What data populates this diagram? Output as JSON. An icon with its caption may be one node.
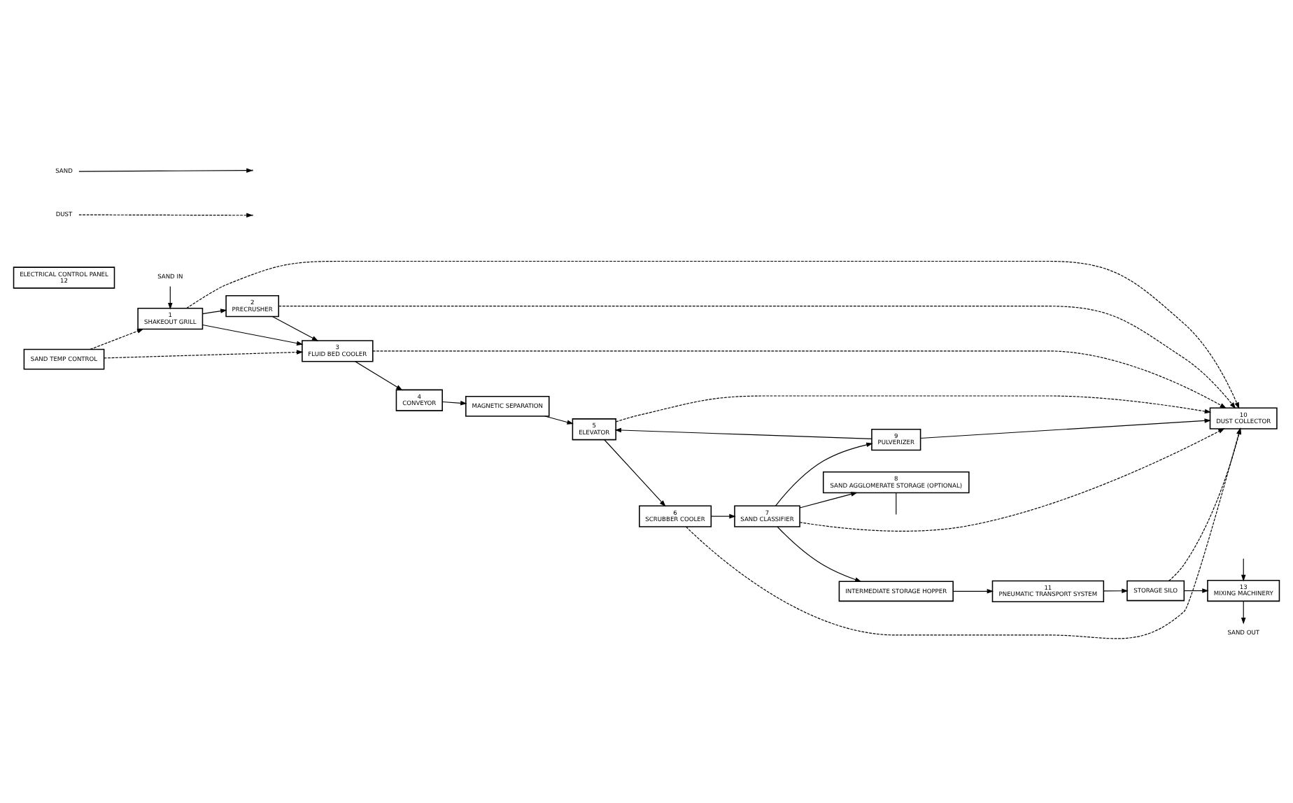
{
  "diagram": {
    "nodes": [
      {
        "text": [
          "SAND IN"
        ]
      },
      {
        "text": [
          "SAND TEMP CONTROL"
        ]
      },
      {
        "text": [
          "1",
          "SHAKEOUT GRILL"
        ]
      },
      {
        "text": [
          "2",
          "PRECRUSHER"
        ]
      },
      {
        "text": [
          "3",
          "FLUID BED COOLER"
        ]
      },
      {
        "text": [
          "4",
          "CONVEYOR"
        ]
      },
      {
        "text": [
          "MAGNETIC SEPARATION"
        ]
      },
      {
        "text": [
          "5",
          "ELEVATOR"
        ]
      },
      {
        "text": [
          "ELECTRICAL CONTROL PANEL",
          "12"
        ]
      },
      {
        "text": [
          "10",
          "DUST COLLECTOR"
        ]
      },
      {
        "text": [
          "9",
          "PULVERIZER"
        ]
      },
      {
        "text": [
          "8",
          "SAND AGGLOMERATE STORAGE (OPTIONAL)"
        ]
      },
      {
        "text": [
          "SAND OUT"
        ]
      },
      {
        "text": [
          "13",
          "MIXING MACHINERY"
        ]
      },
      {
        "text": [
          "STORAGE SILO"
        ]
      },
      {
        "text": [
          "11",
          "PNEUMATIC TRANSPORT SYSTEM"
        ]
      },
      {
        "text": [
          "INTERMEDIATE STORAGE HOPPER"
        ]
      },
      {
        "text": [
          "7",
          "SAND CLASSIFIER"
        ]
      },
      {
        "text": [
          "6",
          "SCRUBBER COOLER"
        ]
      }
    ],
    "edges": [
      {
        "from": 0,
        "to": 2,
        "arrow": "to"
      },
      {
        "from": 1,
        "to": 2,
        "arrow": "to",
        "style": "dashed"
      },
      {
        "from": 1,
        "to": 4,
        "arrow": "to",
        "style": "dashed"
      },
      {
        "from": 2,
        "to": 4,
        "arrow": "to"
      },
      {
        "from": 2,
        "to": 3,
        "arrow": "to"
      },
      {
        "from": 3,
        "to": 4,
        "arrow": "to"
      },
      {
        "from": 4,
        "to": 5,
        "arrow": "to"
      },
      {
        "from": 5,
        "to": 6,
        "arrow": "to"
      },
      {
        "from": 6,
        "to": 7,
        "arrow": "to"
      },
      {
        "from": 2,
        "to": 9,
        "arrow": "to",
        "style": "dashed"
      },
      {
        "from": 3,
        "to": 9,
        "arrow": "to",
        "style": "dashed"
      },
      {
        "from": 4,
        "to": 9,
        "arrow": "to",
        "style": "dashed"
      },
      {
        "from": 7,
        "to": 9,
        "arrow": "to",
        "style": "dashed"
      },
      {
        "from": 10,
        "to": 7,
        "arrow": "to"
      },
      {
        "from": 10,
        "to": 9,
        "arrow": "to"
      },
      {
        "from": 7,
        "to": 18,
        "arrow": "to"
      },
      {
        "from": 18,
        "to": 17,
        "arrow": "to"
      },
      {
        "from": 17,
        "to": 10,
        "arrow": "to"
      },
      {
        "from": 17,
        "to": 11,
        "arrow": "to"
      },
      {
        "from": 11,
        "to": null,
        "arrow": "none"
      },
      {
        "from": 18,
        "to": 9,
        "arrow": "to",
        "style": "dashed"
      },
      {
        "from": 17,
        "to": 9,
        "arrow": "to",
        "style": "dashed"
      },
      {
        "from": 17,
        "to": 16,
        "arrow": "to"
      },
      {
        "from": 16,
        "to": 15,
        "arrow": "to"
      },
      {
        "from": 15,
        "to": 14,
        "arrow": "to"
      },
      {
        "from": 14,
        "to": 13,
        "arrow": "to"
      },
      {
        "from": 14,
        "to": 9,
        "arrow": "to",
        "style": "dashed"
      },
      {
        "from": 13,
        "to": 12,
        "arrow": "to"
      },
      {
        "from": null,
        "to": 13,
        "arrow": "to"
      }
    ],
    "legend": [
      {
        "text": "SAND"
      },
      {
        "text": "DUST"
      }
    ]
  }
}
